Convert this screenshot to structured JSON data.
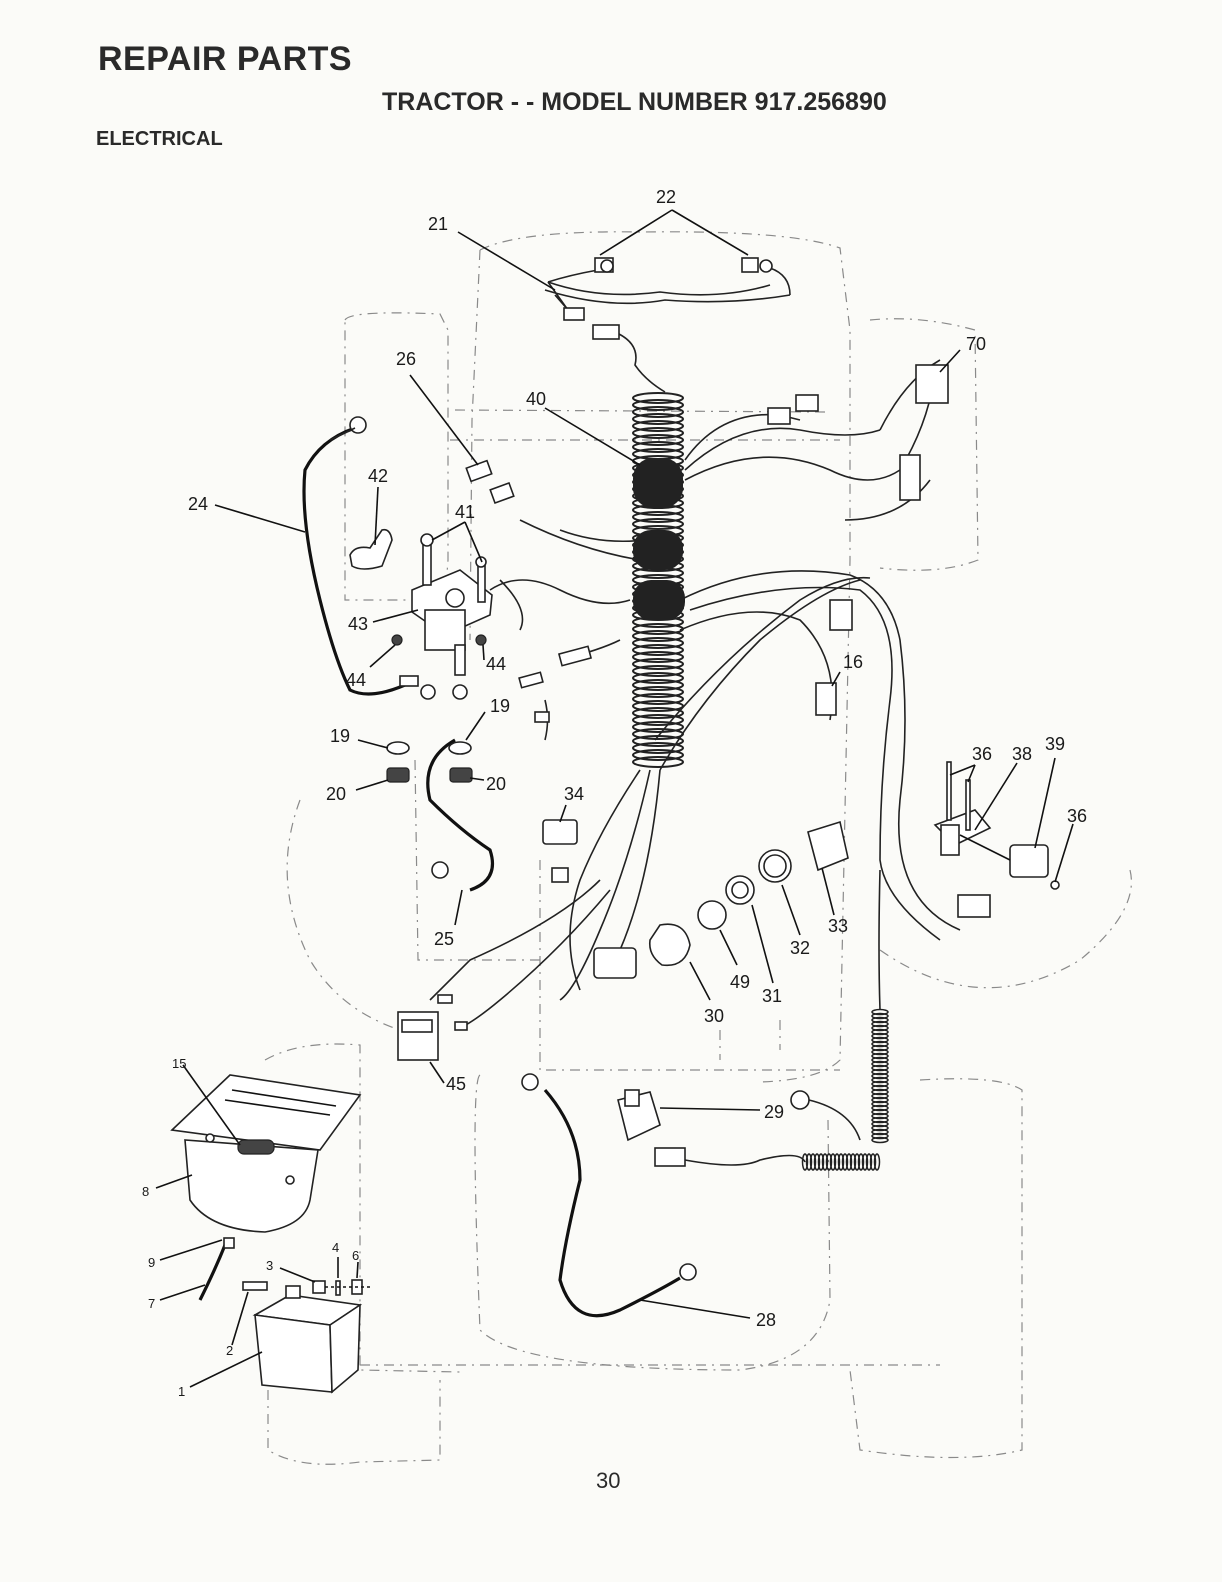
{
  "header": {
    "title": "REPAIR PARTS",
    "model": "TRACTOR - - MODEL NUMBER 917.256890",
    "section": "ELECTRICAL"
  },
  "footer": {
    "page_number": "30"
  },
  "callouts": {
    "c1": "1",
    "c2": "2",
    "c3": "3",
    "c4": "4",
    "c6": "6",
    "c7": "7",
    "c8": "8",
    "c9": "9",
    "c15": "15",
    "c16": "16",
    "c19a": "19",
    "c19b": "19",
    "c20a": "20",
    "c20b": "20",
    "c21": "21",
    "c22": "22",
    "c24": "24",
    "c25": "25",
    "c26": "26",
    "c28": "28",
    "c29": "29",
    "c30": "30",
    "c31": "31",
    "c32": "32",
    "c33": "33",
    "c34": "34",
    "c36a": "36",
    "c36b": "36",
    "c38": "38",
    "c39": "39",
    "c40": "40",
    "c41": "41",
    "c42": "42",
    "c43": "43",
    "c44a": "44",
    "c44b": "44",
    "c45": "45",
    "c49": "49",
    "c70": "70"
  }
}
